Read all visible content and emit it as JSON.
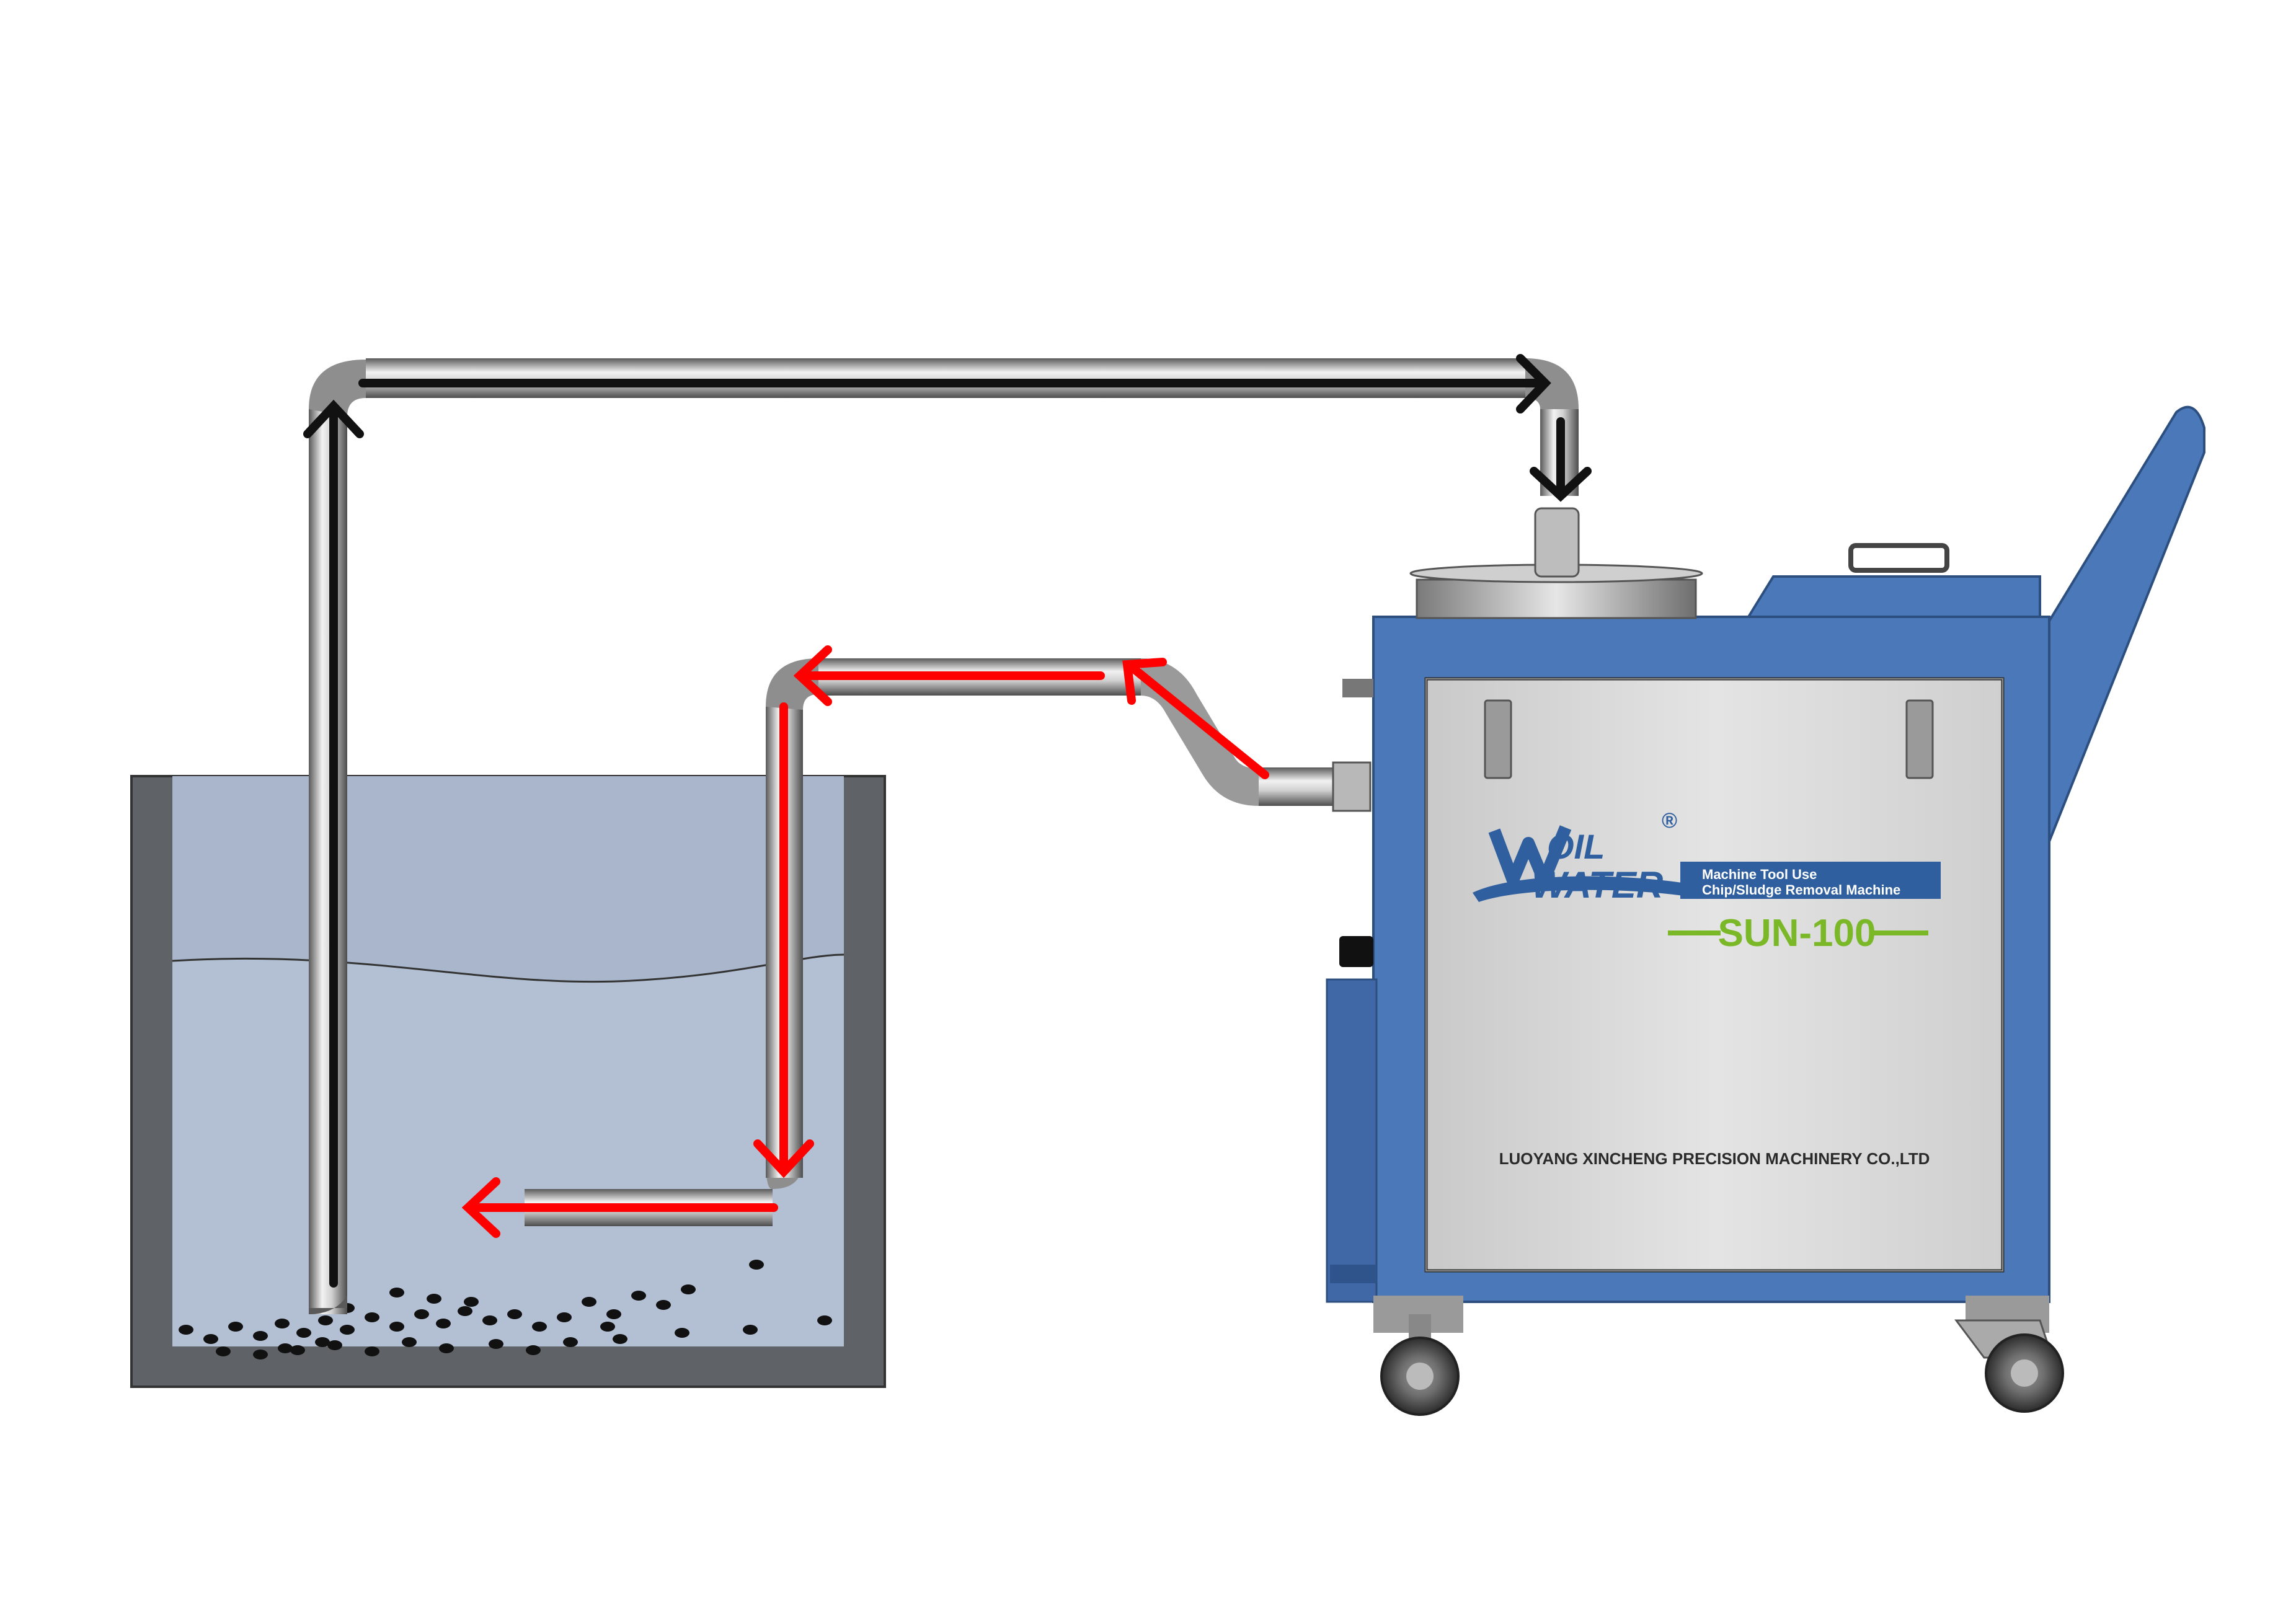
{
  "brand": {
    "logo_top": "OIL",
    "logo_bottom": "WATER",
    "registered_mark": "®",
    "tagline_line1": "Machine Tool Use",
    "tagline_line2": "Chip/Sludge Removal Machine",
    "model": "SUN-100",
    "manufacturer": "LUOYANG XINCHENG PRECISION MACHINERY CO.,LTD"
  },
  "colors": {
    "suction_flow": "#111111",
    "return_flow": "#ff0000",
    "machine_body": "#4a78b8",
    "front_panel": "#d8d8d8",
    "tank_wall": "#5f6368",
    "coolant": "#a9b6cb",
    "model_green": "#7ab828",
    "tagline_bar": "#2f5f9e"
  },
  "icons": {
    "suction_arrows": "black-arrow-icon",
    "return_arrows": "red-arrow-icon",
    "chips": "chip-particle-icon"
  }
}
